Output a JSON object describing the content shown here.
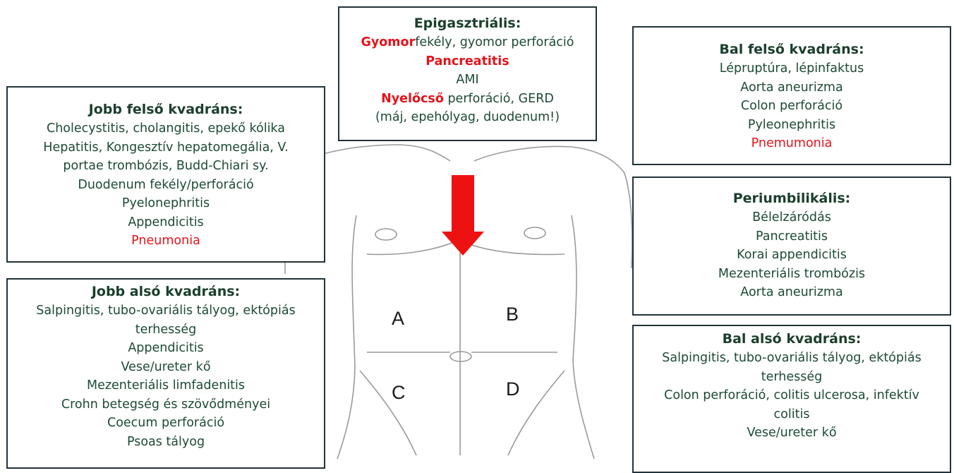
{
  "epigastric": {
    "title": "Epigasztriális:",
    "line1": {
      "red": "Gyomor",
      "rest": "fekély, gyomor perforáció"
    },
    "line2": "Pancreatitis",
    "line3": "AMI",
    "line4": {
      "red": "Nyelőcső",
      "rest": " perforáció, GERD"
    },
    "line5": "(máj, epehólyag, duodenum!)"
  },
  "right_upper": {
    "title": "Jobb felső kvadráns:",
    "items": [
      "Cholecystitis, cholangitis, epekő kólika",
      "Hepatitis, Kongesztív hepatomegália, V.",
      "portae trombózis, Budd-Chiari sy.",
      "Duodenum fekély/perforáció",
      "Pyelonephritis",
      "Appendicitis"
    ],
    "red_item": "Pneumonia"
  },
  "right_lower": {
    "title": "Jobb alsó kvadráns:",
    "items": [
      "Salpingitis, tubo-ovariális tályog, ektópiás",
      "terhesség",
      "Appendicitis",
      "Vese/ureter kő",
      "Mezenteriális limfadenitis",
      "Crohn betegség és szövődményei",
      "Coecum perforáció",
      "Psoas tályog"
    ]
  },
  "left_upper": {
    "title": "Bal felső kvadráns:",
    "items": [
      "Lépruptúra, lépinfaktus",
      "Aorta aneurizma",
      "Colon perforáció",
      "Pyleonephritis"
    ],
    "red_item": "Pnemumonia"
  },
  "periumbilical": {
    "title": "Periumbilikális:",
    "items": [
      "Bélelzáródás",
      "Pancreatitis",
      "Korai appendicitis",
      "Mezenteriális trombózis",
      "Aorta aneurizma"
    ]
  },
  "left_lower": {
    "title": "Bal alsó kvadráns:",
    "items": [
      "Salpingitis, tubo-ovariális tályog, ektópiás",
      "terhesség",
      "Colon perforáció, colitis ulcerosa, infektív",
      "colitis",
      "Vese/ureter kő"
    ]
  },
  "quadrant_letters": {
    "a": "A",
    "b": "B",
    "c": "C",
    "d": "D"
  },
  "colors": {
    "text": "#1d4a34",
    "highlight": "#e3141c",
    "arrow": "#ee1111"
  }
}
